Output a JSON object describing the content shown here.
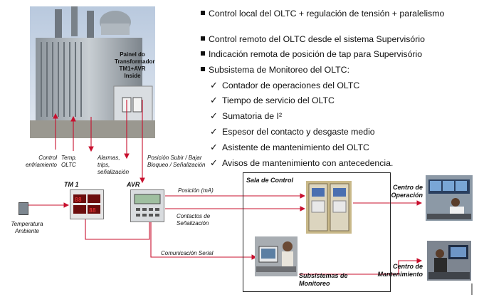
{
  "bullets": [
    "Control local del OLTC + regulación de tensión + paralelismo",
    "Control remoto del OLTC desde el sistema Supervisório",
    "Indicación remota de posición de tap para Supervisório",
    "Subsistema de Monitoreo del OLTC:"
  ],
  "checks": [
    "Contador de operaciones del OLTC",
    "Tiempo de servicio del OLTC",
    "Sumatoria de I²",
    "Espesor del contacto y desgaste medio",
    "Asistente de mantenimiento del OLTC",
    "Avisos de mantenimiento con antecedencia."
  ],
  "labels": {
    "panel": "Painel do Transformador TM1+AVR Inside",
    "control": "Control enfriamiento",
    "temp": "Temp. OLTC",
    "alarmas": "Alarmas, trips, señalización",
    "posicion_top": "Posición Subir / Bajar Bloqueo / Señalización",
    "tm1": "TM 1",
    "avr": "AVR",
    "temperatura": "Temperatura Ambiente",
    "posicion_ma": "Posición (mA)",
    "contactos": "Contactos de Señalización",
    "comunicacion": "Comunicación Serial",
    "sala": "Sala de Control",
    "subsistemas": "Subsistemas de Monitoreo",
    "centro_op": "Centro de Operación",
    "centro_mant": "Centro de Mantenimiento"
  },
  "colors": {
    "arrow": "#c8102e",
    "frame": "#222222"
  }
}
